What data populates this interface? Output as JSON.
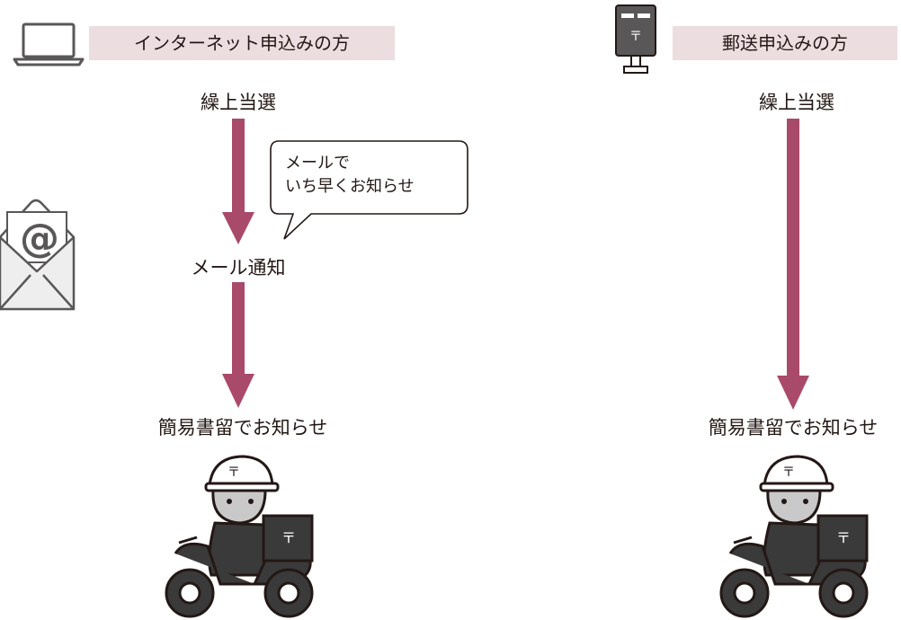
{
  "colors": {
    "arrow": "#a94a6a",
    "header_bg": "#ecdde0",
    "icon_line": "#595757",
    "text": "#231815"
  },
  "internet": {
    "icon": "laptop-icon",
    "header": "インターネット申込みの方",
    "step1": "繰上当選",
    "bubble_line1": "メールで",
    "bubble_line2": "いち早くお知らせ",
    "step2": "メール通知",
    "step3": "簡易書留でお知らせ",
    "mail_icon": "email-at-icon",
    "courier_icon": "postman-scooter-icon"
  },
  "mail": {
    "icon": "mailbox-post-icon",
    "header": "郵送申込みの方",
    "step1": "繰上当選",
    "step2": "簡易書留でお知らせ",
    "courier_icon": "postman-scooter-icon",
    "postal_mark": "〒"
  }
}
